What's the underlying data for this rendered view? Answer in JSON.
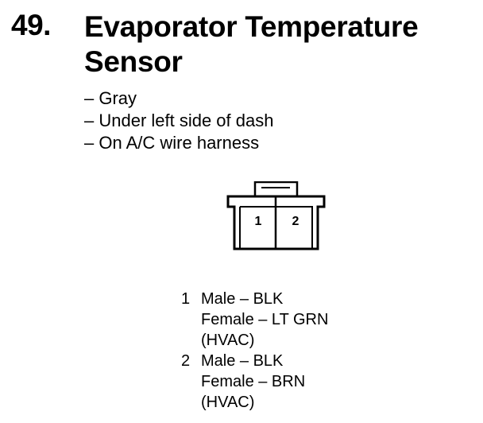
{
  "header": {
    "item_number": "49.",
    "title_line1": "Evaporator Temperature",
    "title_line2": "Sensor"
  },
  "details": [
    "– Gray",
    "– Under left side of dash",
    "– On A/C wire harness"
  ],
  "connector": {
    "pin_labels": [
      "1",
      "2"
    ]
  },
  "pinout": [
    {
      "pin": "1",
      "lines": [
        "Male – BLK",
        "Female – LT GRN",
        "(HVAC)"
      ]
    },
    {
      "pin": "2",
      "lines": [
        "Male – BLK",
        "Female – BRN",
        "(HVAC)"
      ]
    }
  ]
}
